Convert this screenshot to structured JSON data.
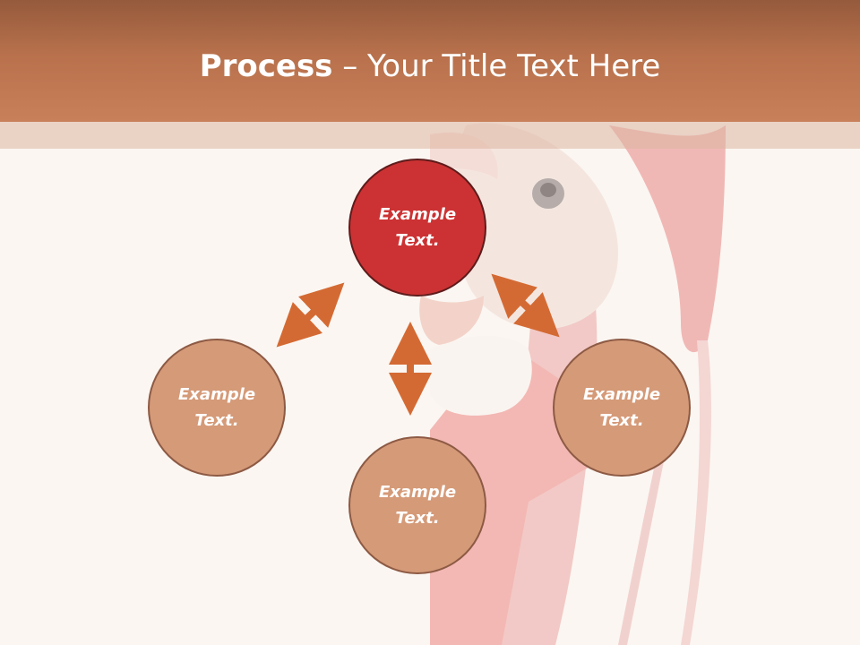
{
  "title": {
    "bold": "Process",
    "rest": " – Your Title Text Here"
  },
  "nodes": {
    "top": "Example Text.",
    "left": "Example Text.",
    "right": "Example Text.",
    "bottom": "Example Text."
  },
  "colors": {
    "title_bar": "#b8714c",
    "center_node": "#cc3233",
    "outer_node": "#d59a78",
    "arrow": "#d46a33"
  }
}
